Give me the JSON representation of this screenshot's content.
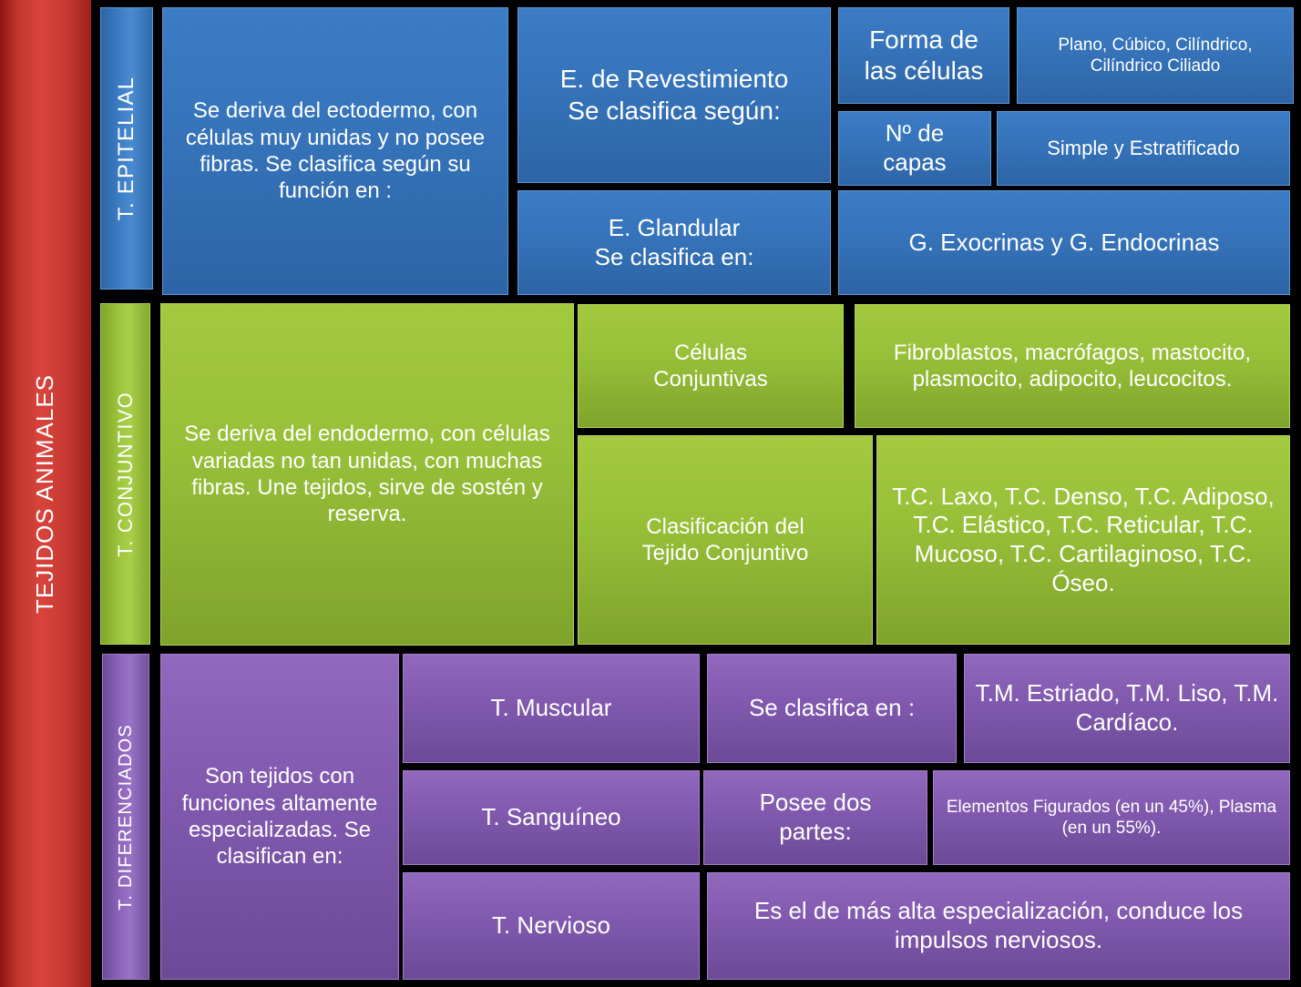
{
  "diagram": {
    "title": "TEJIDOS ANIMALES",
    "colors": {
      "master": "#c4372f",
      "epithelial": "#3674bb",
      "connective": "#96bf38",
      "differentiated": "#8059ae",
      "background": "#000000",
      "text": "#ffffff"
    }
  },
  "sections": [
    {
      "tab_label": "T. EPITELIAL",
      "description": "Se deriva del ectodermo, con células muy unidas y no posee fibras. Se clasifica según su función en :",
      "branches": [
        {
          "label": "E. de Revestimiento\nSe clasifica según:",
          "criteria": [
            {
              "label": "Forma de\nlas células",
              "values": "Plano, Cúbico, Cilíndrico, Cilíndrico Ciliado"
            },
            {
              "label": "Nº de\ncapas",
              "values": "Simple y Estratificado"
            }
          ]
        },
        {
          "label": "E. Glandular\nSe clasifica en:",
          "values": "G. Exocrinas y G. Endocrinas"
        }
      ]
    },
    {
      "tab_label": "T. CONJUNTIVO",
      "description": "Se deriva del endodermo, con células variadas no tan unidas, con muchas fibras. Une tejidos, sirve de sostén y reserva.",
      "branches": [
        {
          "label": "Células\nConjuntivas",
          "values": "Fibroblastos, macrófagos, mastocito, plasmocito, adipocito, leucocitos."
        },
        {
          "label": "Clasificación del\nTejido Conjuntivo",
          "values": "T.C. Laxo, T.C. Denso, T.C. Adiposo, T.C. Elástico, T.C. Reticular, T.C. Mucoso, T.C. Cartilaginoso, T.C. Óseo."
        }
      ]
    },
    {
      "tab_label": "T. DIFERENCIADOS",
      "description": "Son tejidos con funciones altamente especializadas. Se clasifican en:",
      "branches": [
        {
          "label": "T. Muscular",
          "connector": "Se clasifica en :",
          "values": "T.M. Estriado, T.M. Liso, T.M. Cardíaco."
        },
        {
          "label": "T. Sanguíneo",
          "connector": "Posee dos\npartes:",
          "values": "Elementos Figurados (en un 45%), Plasma (en un 55%)."
        },
        {
          "label": "T. Nervioso",
          "values": "Es el de más alta especialización, conduce los impulsos nerviosos."
        }
      ]
    }
  ]
}
